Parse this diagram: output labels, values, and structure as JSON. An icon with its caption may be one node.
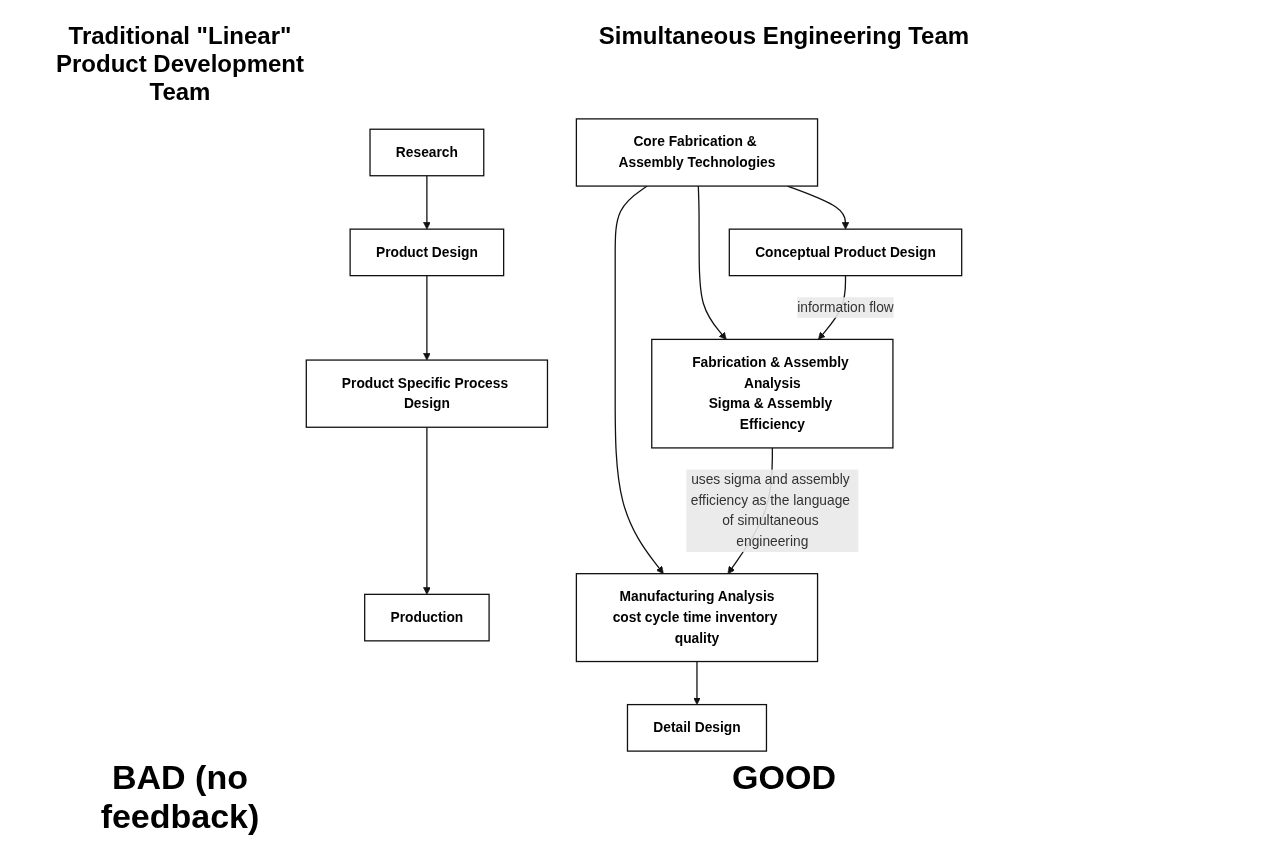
{
  "diagram": {
    "nodes": [
      {
        "text": [
          "Research"
        ]
      },
      {
        "text": [
          "Product Design"
        ]
      },
      {
        "text": [
          "Product Specific Process Design"
        ]
      },
      {
        "text": [
          "Production"
        ]
      },
      {
        "text": [
          "Detail Design"
        ]
      },
      {
        "text": [
          "Conceptual Product Design"
        ]
      },
      {
        "text": [
          "Core Fabrication & Assembly Technologies"
        ]
      },
      {
        "text": [
          "Manufacturing Analysis",
          "cost cycle time inventory quality"
        ]
      },
      {
        "text": [
          "Fabrication & Assembly Analysis",
          "Sigma & Assembly Efficiency"
        ]
      }
    ],
    "edges": [
      {
        "from": 0,
        "to": 1,
        "arrow": "to"
      },
      {
        "from": 1,
        "to": 2,
        "arrow": "to"
      },
      {
        "from": 2,
        "to": 3,
        "arrow": "to"
      },
      {
        "from": 6,
        "to": 5,
        "arrow": "to"
      },
      {
        "from": 6,
        "to": 7,
        "arrow": "to"
      },
      {
        "from": 6,
        "to": 8,
        "arrow": "to"
      },
      {
        "from": 5,
        "to": 8,
        "arrow": "to",
        "label": "information flow"
      },
      {
        "from": 8,
        "to": 7,
        "arrow": "to",
        "label": "uses sigma and assembly efficiency as the language of simultaneous engineering"
      },
      {
        "from": 7,
        "to": 4,
        "arrow": "to"
      }
    ],
    "labels": [
      "Traditional \"Linear\" Product Development Team",
      "Simultaneous Engineering Team",
      "BAD (no feedback)",
      "GOOD"
    ]
  }
}
